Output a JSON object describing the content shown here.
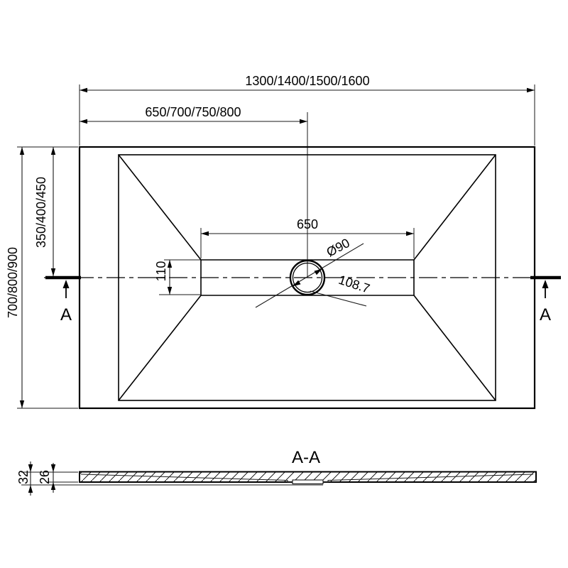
{
  "colors": {
    "line": "#000000",
    "background": "#ffffff"
  },
  "top_view": {
    "width_dim": "1300/1400/1500/1600",
    "half_width_dim": "650/700/750/800",
    "height_dim": "700/800/900",
    "half_height_dim": "350/400/450",
    "channel_width_dim": "650",
    "channel_height_dim": "110",
    "drain_diameter_dim": "Ø90",
    "drain_diagonal_dim": "108.7",
    "section_marker_left": "A",
    "section_marker_right": "A"
  },
  "section_view": {
    "title": "A-A",
    "total_height_dim": "32",
    "base_height_dim": "26"
  }
}
